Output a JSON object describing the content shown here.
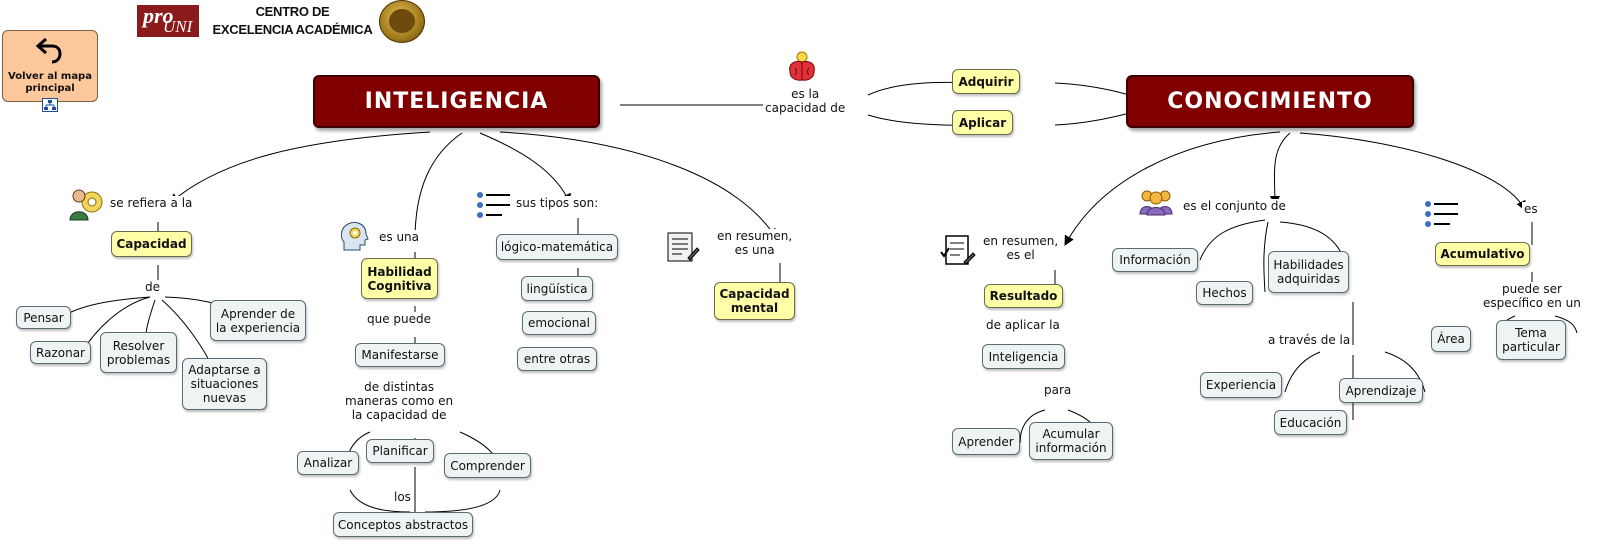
{
  "header": {
    "logo_text_small": "pro",
    "logo_text_big": "UNI",
    "title_line1": "CENTRO DE",
    "title_line2": "EXCELENCIA ACADÉMICA"
  },
  "back_button": {
    "label": "Volver al mapa principal"
  },
  "main_nodes": {
    "inteligencia": "INTELIGENCIA",
    "conocimiento": "CONOCIMIENTO"
  },
  "center": {
    "link_label": "es la\ncapacidad de",
    "adquirir": "Adquirir",
    "aplicar": "Aplicar"
  },
  "inteligencia_branch": {
    "link1": "se refiera a la",
    "capacidad": "Capacidad",
    "de": "de",
    "pensar": "Pensar",
    "razonar": "Razonar",
    "resolver": "Resolver\nproblemas",
    "adaptarse": "Adaptarse a\nsituaciones\nnuevas",
    "aprender_exp": "Aprender de\nla experiencia",
    "link2": "es una",
    "habilidad": "Habilidad\nCognitiva",
    "que_puede": "que puede",
    "manifestarse": "Manifestarse",
    "distintas": "de distintas\nmaneras como en\nla capacidad de",
    "analizar": "Analizar",
    "planificar": "Planificar",
    "comprender": "Comprender",
    "los": "los",
    "conceptos": "Conceptos abstractos",
    "link3": "sus tipos son:",
    "logico": "lógico-matemática",
    "linguistica": "lingüística",
    "emocional": "emocional",
    "entre_otras": "entre otras",
    "link4": "en resumen,\nes una",
    "capacidad_mental": "Capacidad\nmental"
  },
  "conocimiento_branch": {
    "link1": "en resumen,\nes el",
    "resultado": "Resultado",
    "de_aplicar": "de aplicar la",
    "inteligencia": "Inteligencia",
    "para": "para",
    "aprender": "Aprender",
    "acumular": "Acumular\ninformación",
    "link2": "es el conjunto de",
    "informacion": "Información",
    "hechos": "Hechos",
    "habilidades": "Habilidades\nadquiridas",
    "a_traves": "a través de la",
    "experiencia": "Experiencia",
    "educacion": "Educación",
    "aprendizaje": "Aprendizaje",
    "link3": "es",
    "acumulativo": "Acumulativo",
    "puede_ser": "puede ser\nespecífico en un",
    "area": "Área",
    "tema": "Tema\nparticular"
  },
  "colors": {
    "main_node": "#800000",
    "yellow_node": "#ffffa8",
    "grey_node": "#eef3f4",
    "back_button": "#fcc79a"
  },
  "icons": [
    "map-icon",
    "undo-arrow-icon",
    "brain-idea-icon",
    "person-gear-icon",
    "head-gear-icon",
    "list-icon",
    "document-icon",
    "people-icon",
    "checklist-icon",
    "medal-seal-icon"
  ]
}
